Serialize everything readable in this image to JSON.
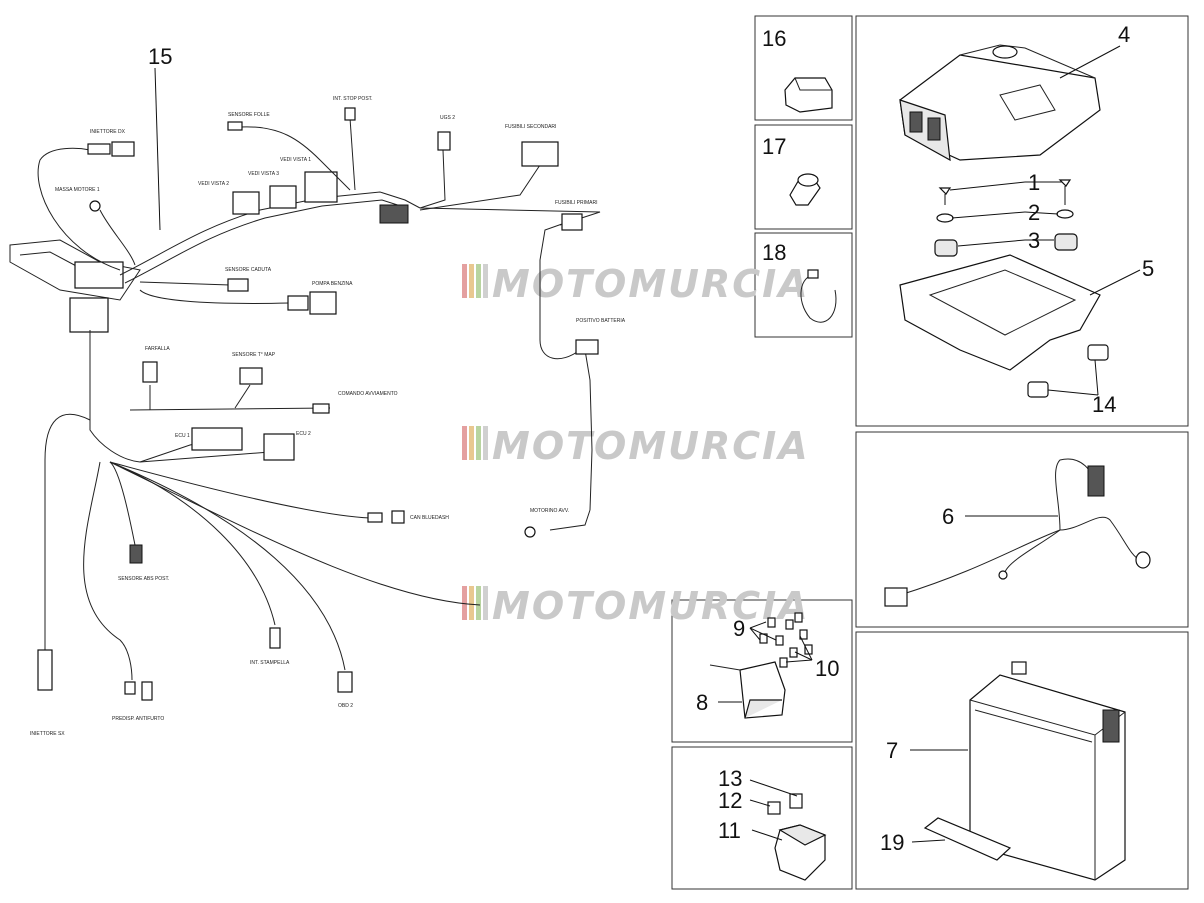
{
  "callouts": {
    "n1": "1",
    "n2": "2",
    "n3": "3",
    "n4": "4",
    "n5": "5",
    "n6": "6",
    "n7": "7",
    "n8": "8",
    "n9": "9",
    "n10": "10",
    "n11": "11",
    "n12": "12",
    "n13": "13",
    "n14": "14",
    "n15": "15",
    "n16": "16",
    "n17": "17",
    "n18": "18",
    "n19": "19"
  },
  "harness_labels": {
    "iniettore_dx": "INIETTORE DX",
    "massa_motore": "MASSA MOTORE 1",
    "sensore_folle": "SENSORE FOLLE",
    "int_stop_post": "INT. STOP POST.",
    "ugs": "UGS 2",
    "fusibili_secondari": "FUSIBILI SECONDARI",
    "vedi_vista_1": "VEDI VISTA 1",
    "vedi_vista_2": "VEDI VISTA 2",
    "vedi_vista_3": "VEDI VISTA 3",
    "fusibili_primari": "FUSIBILI PRIMARI",
    "sensore_caduta": "SENSORE CADUTA",
    "pompa_benzina": "POMPA BENZINA",
    "farfalla": "FARFALLA",
    "sensore_map": "SENSORE T° MAP",
    "comando_avviamento": "COMANDO AVVIAMENTO",
    "positivo_batteria": "POSITIVO BATTERIA",
    "ecu_1": "ECU 1",
    "ecu_2": "ECU 2",
    "can_bluedash": "CAN BLUEDASH",
    "motorino_avv": "MOTORINO AVV.",
    "sensore_abs_post": "SENSORE ABS POST.",
    "int_stampella": "INT. STAMPELLA",
    "obd": "OBD 2",
    "predisp_antifurto": "PREDISP. ANTIFURTO",
    "iniettore_sx": "INIETTORE SX"
  },
  "watermark": "MOTOMURCIA"
}
